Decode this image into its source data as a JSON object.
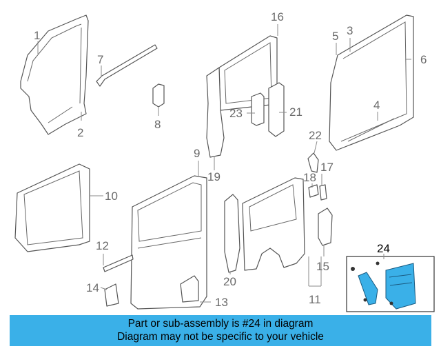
{
  "callouts": {
    "c1": "1",
    "c2": "2",
    "c3": "3",
    "c4": "4",
    "c5": "5",
    "c6": "6",
    "c7": "7",
    "c8": "8",
    "c9": "9",
    "c10": "10",
    "c11": "11",
    "c12": "12",
    "c13": "13",
    "c14": "14",
    "c15": "15",
    "c16": "16",
    "c17": "17",
    "c18": "18",
    "c19": "19",
    "c20": "20",
    "c21": "21",
    "c22": "22",
    "c23": "23",
    "c24": "24"
  },
  "banner": {
    "line1": "Part or sub-assembly is #24 in diagram",
    "line2": "Diagram may not be specific to your vehicle"
  },
  "colors": {
    "highlight": "#3ab0e8",
    "callout_text": "#6a6a6a",
    "part_outline": "#555555"
  }
}
